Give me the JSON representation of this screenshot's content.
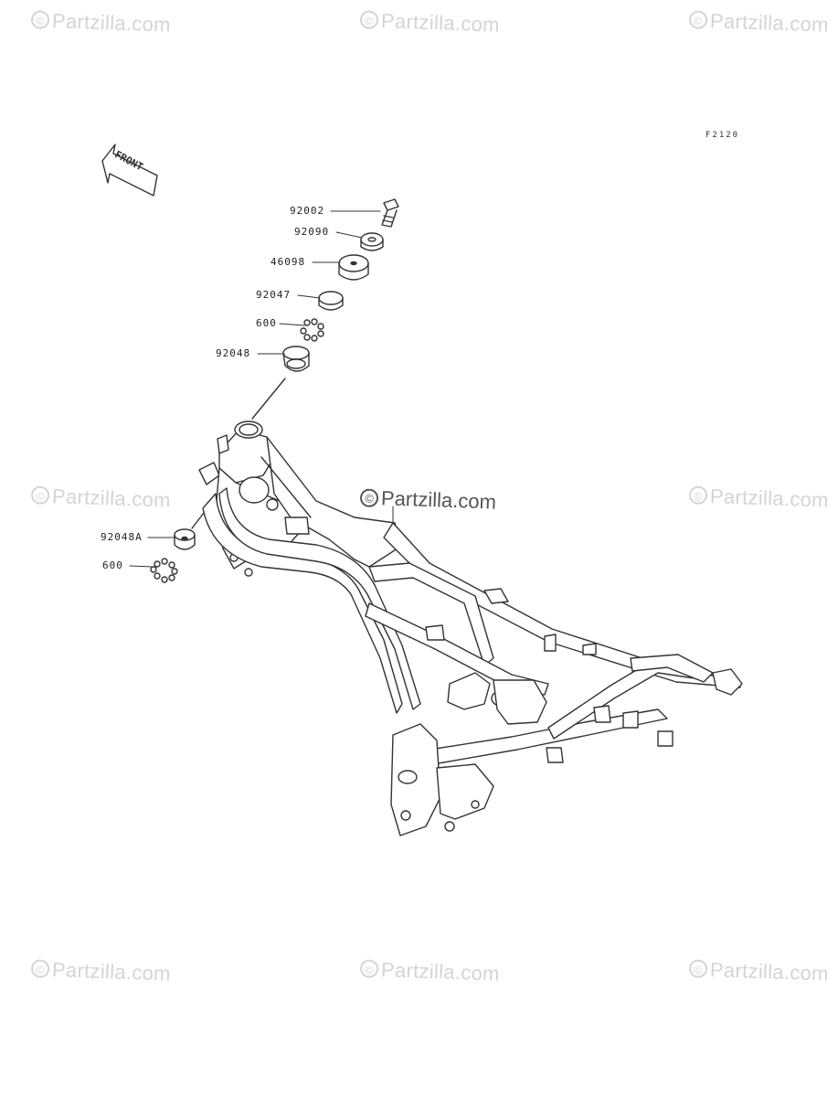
{
  "watermark": {
    "symbol": "©",
    "text": "Partzilla.com"
  },
  "figure_ref": "F2120",
  "front_label": "FRONT",
  "parts": [
    {
      "id": "92002"
    },
    {
      "id": "92090"
    },
    {
      "id": "46098"
    },
    {
      "id": "92047"
    },
    {
      "id": "600"
    },
    {
      "id": "92048"
    },
    {
      "id": "92048A"
    },
    {
      "id": "600"
    }
  ],
  "colors": {
    "line": "#333333",
    "watermark": "#d4d4d4"
  }
}
